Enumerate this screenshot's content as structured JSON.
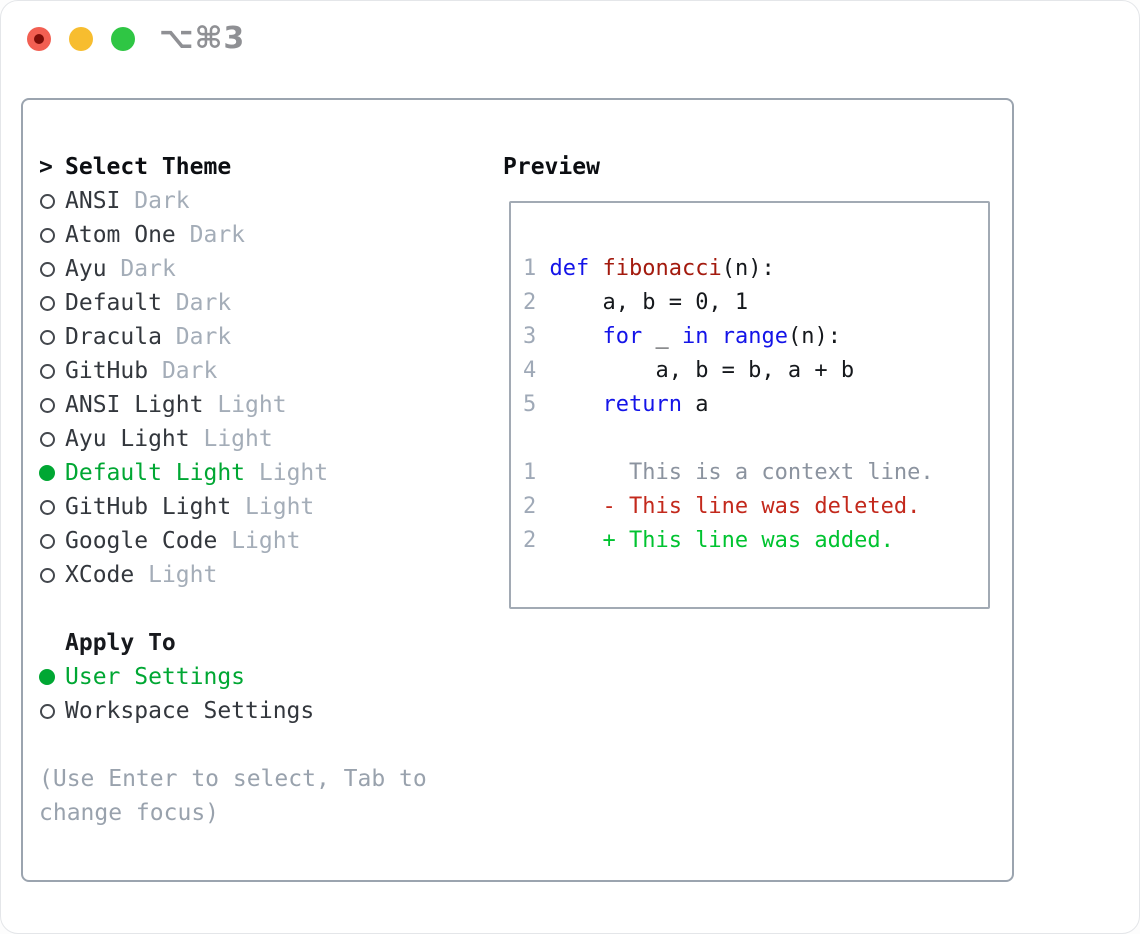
{
  "titlebar": {
    "shortcut": "⌥⌘3"
  },
  "left": {
    "prompt": ">",
    "select_theme_title": "Select Theme",
    "themes": [
      {
        "name": "ANSI",
        "variant": "Dark",
        "selected": false
      },
      {
        "name": "Atom One",
        "variant": "Dark",
        "selected": false
      },
      {
        "name": "Ayu",
        "variant": "Dark",
        "selected": false
      },
      {
        "name": "Default",
        "variant": "Dark",
        "selected": false
      },
      {
        "name": "Dracula",
        "variant": "Dark",
        "selected": false
      },
      {
        "name": "GitHub",
        "variant": "Dark",
        "selected": false
      },
      {
        "name": "ANSI Light",
        "variant": "Light",
        "selected": false
      },
      {
        "name": "Ayu Light",
        "variant": "Light",
        "selected": false
      },
      {
        "name": "Default Light",
        "variant": "Light",
        "selected": true
      },
      {
        "name": "GitHub Light",
        "variant": "Light",
        "selected": false
      },
      {
        "name": "Google Code",
        "variant": "Light",
        "selected": false
      },
      {
        "name": "XCode",
        "variant": "Light",
        "selected": false
      }
    ],
    "apply_to_title": "Apply To",
    "apply_targets": [
      {
        "label": "User Settings",
        "selected": true
      },
      {
        "label": "Workspace Settings",
        "selected": false
      }
    ],
    "hint_lines": [
      "(Use Enter to select, Tab to",
      "change focus)"
    ]
  },
  "preview": {
    "title": "Preview",
    "code_lines": [
      {
        "tokens": [
          [
            "n",
            "1"
          ],
          [
            "p",
            " "
          ],
          [
            "k",
            "def"
          ],
          [
            "p",
            " "
          ],
          [
            "f",
            "fibonacci"
          ],
          [
            "p",
            "(n):"
          ]
        ]
      },
      {
        "tokens": [
          [
            "n",
            "2"
          ],
          [
            "p",
            "     a, b = 0, 1"
          ]
        ]
      },
      {
        "tokens": [
          [
            "n",
            "3"
          ],
          [
            "p",
            "     "
          ],
          [
            "k",
            "for"
          ],
          [
            "p",
            " _ "
          ],
          [
            "k",
            "in"
          ],
          [
            "p",
            " "
          ],
          [
            "k",
            "range"
          ],
          [
            "p",
            "(n):"
          ]
        ]
      },
      {
        "tokens": [
          [
            "n",
            "4"
          ],
          [
            "p",
            "         a, b = b, a + b"
          ]
        ]
      },
      {
        "tokens": [
          [
            "n",
            "5"
          ],
          [
            "p",
            "     "
          ],
          [
            "k",
            "return"
          ],
          [
            "p",
            " a"
          ]
        ]
      },
      {
        "tokens": []
      },
      {
        "tokens": [
          [
            "n",
            "1"
          ],
          [
            "c",
            "       This is a context line."
          ]
        ]
      },
      {
        "tokens": [
          [
            "n",
            "2"
          ],
          [
            "d",
            "     - This line was deleted."
          ]
        ]
      },
      {
        "tokens": [
          [
            "n",
            "2"
          ],
          [
            "a",
            "     + This line was added."
          ]
        ]
      }
    ]
  },
  "colors": {
    "selection_green": "#00a733",
    "added_green": "#00c330",
    "deleted_red": "#c3291c",
    "function_red": "#a31a0e",
    "keyword_blue": "#1414e8",
    "variant_gray": "#a4adb8",
    "hint_gray": "#99a2ad",
    "panel_border": "#9ba4af",
    "traffic_red": "#f25f52",
    "traffic_yellow": "#f7bd2f",
    "traffic_green": "#2fc644"
  }
}
